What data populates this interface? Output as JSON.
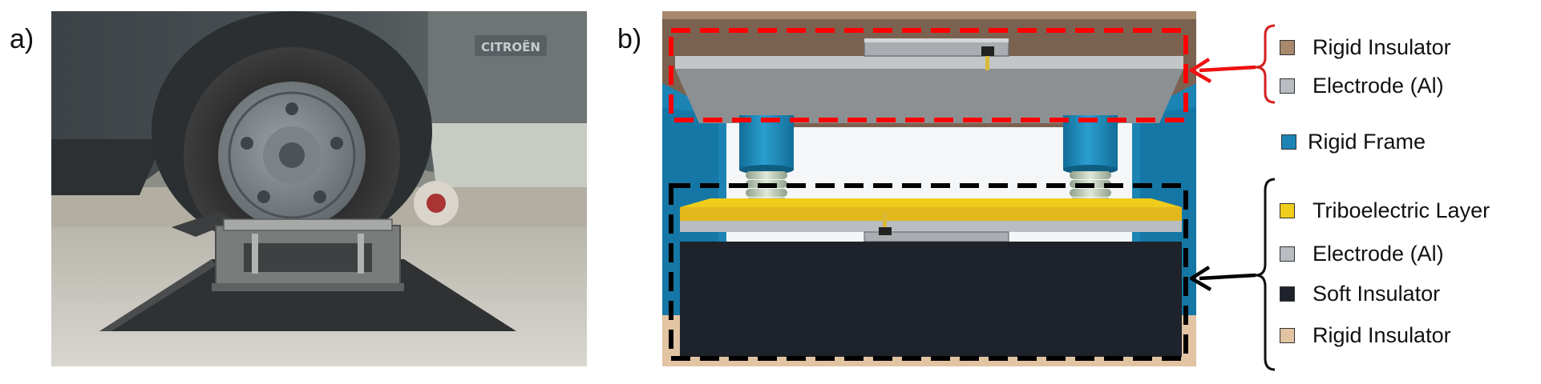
{
  "panels": {
    "a_label": "a)",
    "b_label": "b)"
  },
  "photo": {
    "brand_text": "CITROËN"
  },
  "legend": {
    "top_group": [
      {
        "label": "Rigid Insulator",
        "color": "#a8896c"
      },
      {
        "label": "Electrode (Al)",
        "color": "#b9bcc0"
      }
    ],
    "frame": {
      "label": "Rigid Frame",
      "color": "#1b84b4"
    },
    "bottom_group": [
      {
        "label": "Triboelectric Layer",
        "color": "#f0cc1c"
      },
      {
        "label": "Electrode (Al)",
        "color": "#b9bcc0"
      },
      {
        "label": "Soft Insulator",
        "color": "#1e222b"
      },
      {
        "label": "Rigid Insulator",
        "color": "#e2c4a3"
      }
    ]
  },
  "colors": {
    "top_dashed_box": "#ff0000",
    "bottom_dashed_box": "#000000",
    "top_arrow": "#ee1111",
    "bottom_arrow": "#000000",
    "top_bracket": "#d42020",
    "bottom_bracket": "#111111"
  }
}
